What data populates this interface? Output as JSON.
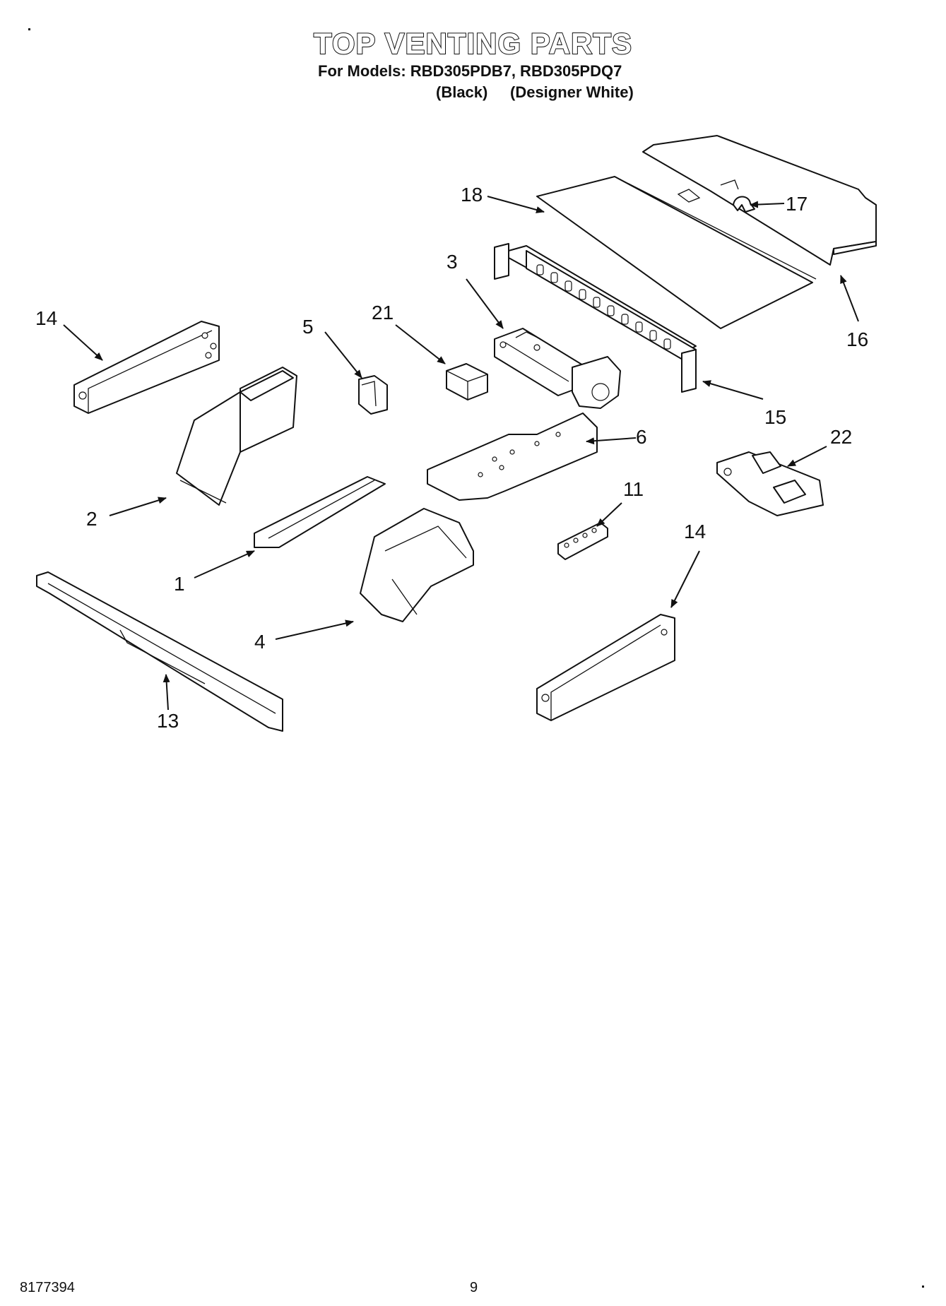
{
  "header": {
    "title": "TOP VENTING PARTS",
    "models_line": "For Models: RBD305PDB7, RBD305PDQ7",
    "model_1_color": "(Black)",
    "model_2_color": "(Designer White)"
  },
  "callouts": [
    "18",
    "17",
    "3",
    "16",
    "14",
    "5",
    "21",
    "15",
    "6",
    "22",
    "2",
    "11",
    "14",
    "1",
    "4",
    "13"
  ],
  "footer": {
    "doc_number": "8177394",
    "page_number": "9"
  }
}
